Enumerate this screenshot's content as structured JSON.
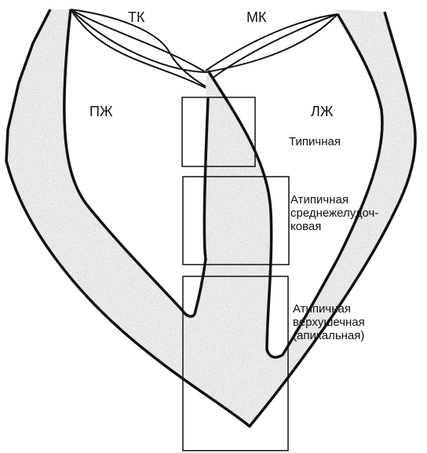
{
  "labels": {
    "tk": "ТК",
    "mk": "МК",
    "rv": "ПЖ",
    "lv": "ЛЖ"
  },
  "zones": {
    "typical": "Типичная",
    "atypical_mid": [
      "Атипичная",
      "среднежелудоч-",
      "ковая"
    ],
    "atypical_apical": [
      "Атипичная",
      "верхушечная",
      "(апикальная)"
    ]
  },
  "colors": {
    "outline": "#111111",
    "myocardium_fill": "#8c8c8c",
    "background": "#ffffff"
  }
}
